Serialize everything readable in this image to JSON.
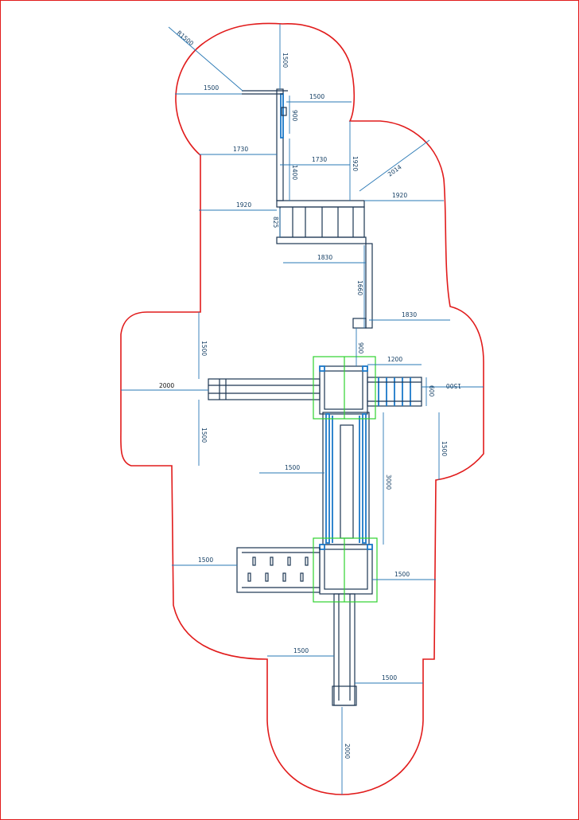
{
  "colors": {
    "safety_zone": "#e11b1b",
    "equipment": "#1c3552",
    "equipment_accent": "#1b78c8",
    "platform_frame": "#2ed12e",
    "dimension": "#2a79b5",
    "border": "#e11b1b"
  },
  "labels": {
    "radius": "R1500",
    "d_top_v": "1500",
    "d_top_left": "1500",
    "d_top_right": "1500",
    "d_900_top": "900",
    "d_1730_left": "1730",
    "d_1730_mid": "1730",
    "d_1400": "1400",
    "d_1920_vert": "1920",
    "d_2014": "2014",
    "d_1920_left": "1920",
    "d_1920_right": "1920",
    "d_825": "825",
    "d_1830_top": "1830",
    "d_1660": "1660",
    "d_1830_right": "1830",
    "d_1500_left_up": "1500",
    "d_900_mid": "900",
    "d_1200": "1200",
    "d_2000_left": "2000",
    "d_600": "600",
    "d_1500_right_h": "1500",
    "d_1500_left_down": "1500",
    "d_1500_right_v": "1500",
    "d_1500_mid": "1500",
    "d_3000": "3000",
    "d_1500_bench": "1500",
    "d_1500_right_low": "1500",
    "d_1500_bottom_left": "1500",
    "d_1500_bottom_right": "1500",
    "d_2000_bottom": "2000"
  }
}
